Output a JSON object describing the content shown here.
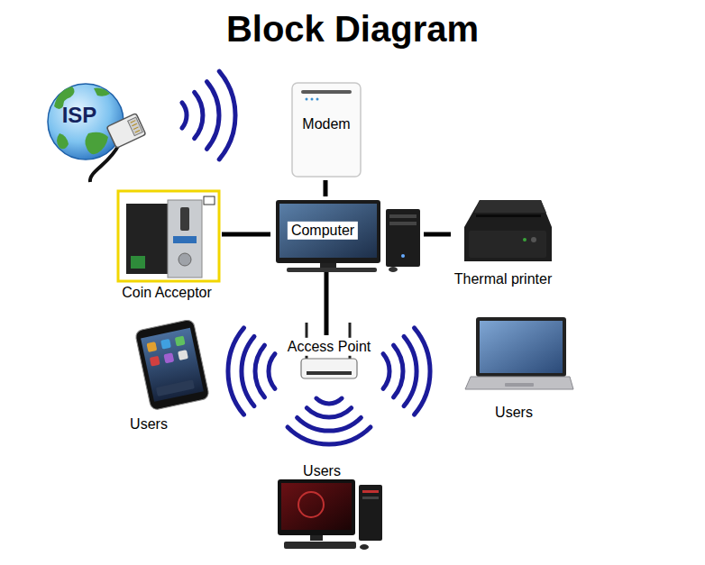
{
  "diagram": {
    "title": "Block Diagram",
    "nodes": [
      {
        "text": [
          "ISP"
        ]
      },
      {
        "text": [
          "Modem"
        ]
      },
      {
        "text": [
          "Coin Acceptor"
        ]
      },
      {
        "text": [
          "Computer"
        ]
      },
      {
        "text": [
          "Thermal printer"
        ]
      },
      {
        "text": [
          "Users"
        ]
      },
      {
        "text": [
          "Access Point"
        ]
      },
      {
        "text": [
          "Users"
        ]
      },
      {
        "text": [
          "Users"
        ]
      }
    ],
    "edges": [
      {
        "from": 1,
        "to": 3,
        "arrow": "none"
      },
      {
        "from": 2,
        "to": 3,
        "arrow": "none"
      },
      {
        "from": 3,
        "to": 4,
        "arrow": "none"
      },
      {
        "from": 3,
        "to": 6,
        "arrow": "none"
      }
    ]
  }
}
